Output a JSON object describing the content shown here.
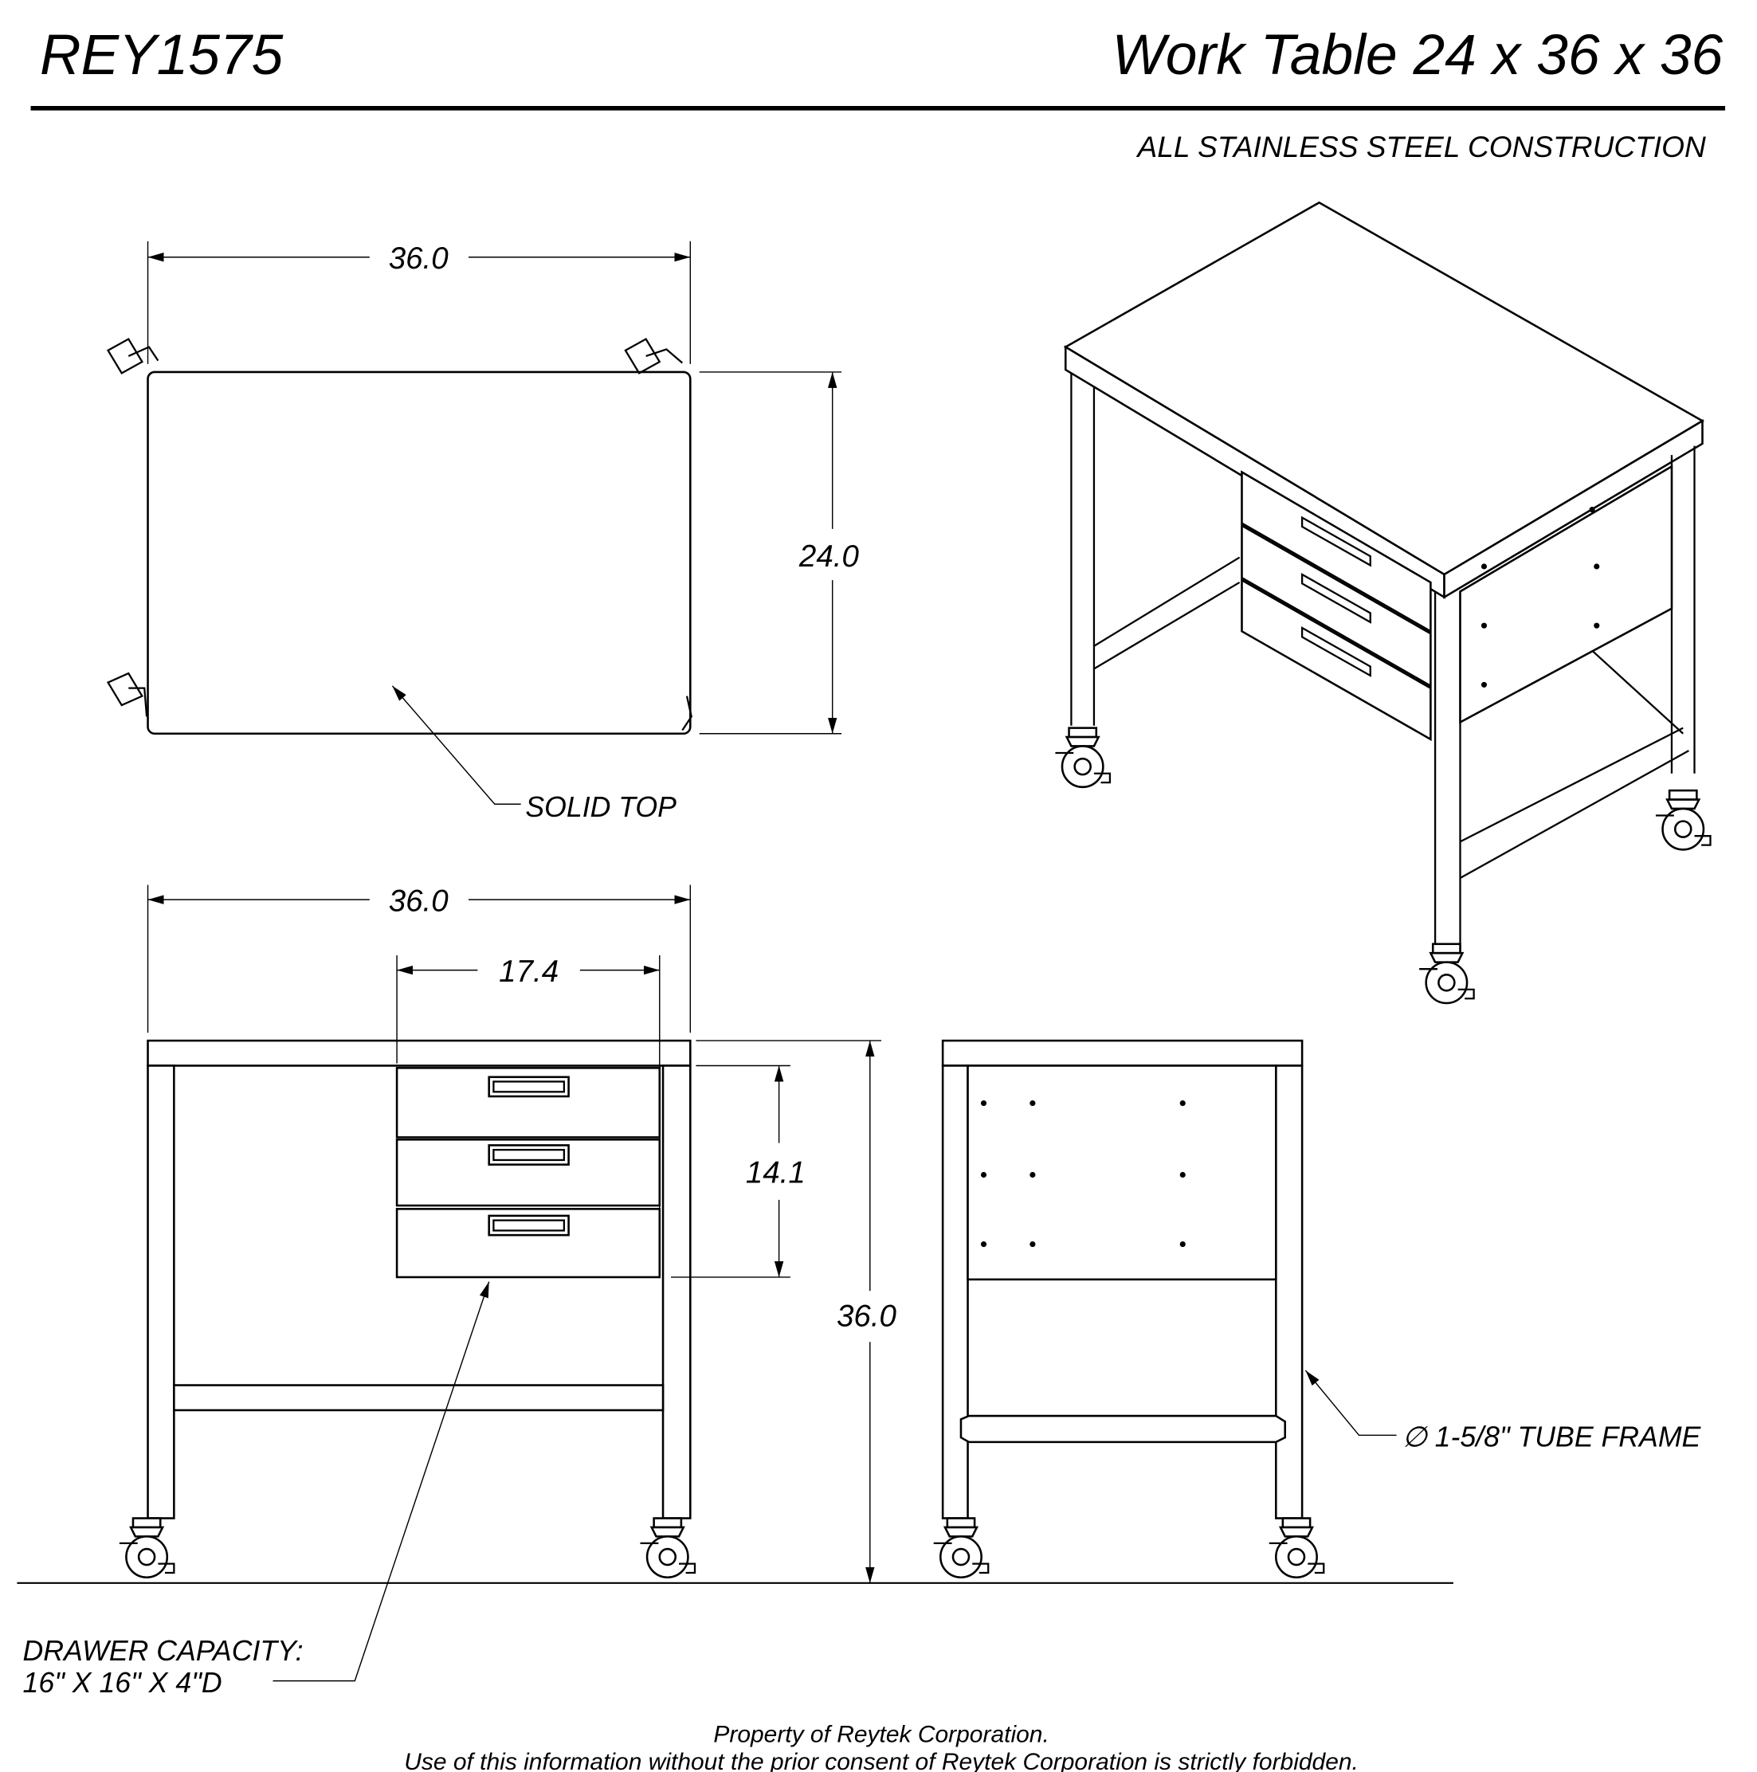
{
  "header": {
    "model": "REY1575",
    "title": "Work Table 24 x 36 x 36",
    "subtitle": "ALL STAINLESS STEEL CONSTRUCTION"
  },
  "top_view": {
    "width_dim": "36.0",
    "depth_dim": "24.0",
    "callout": "SOLID TOP"
  },
  "front_view": {
    "width_dim": "36.0",
    "drawer_width_dim": "17.4",
    "drawer_height_dim": "14.1",
    "height_dim": "36.0",
    "drawer_note_line1": "DRAWER CAPACITY:",
    "drawer_note_line2": "16\" X 16\" X 4\"D"
  },
  "side_view": {
    "callout": "∅ 1-5/8\" TUBE FRAME"
  },
  "footer": {
    "line1": "Property of Reytek Corporation.",
    "line2": "Use of this information without the prior consent of Reytek Corporation is strictly forbidden."
  }
}
